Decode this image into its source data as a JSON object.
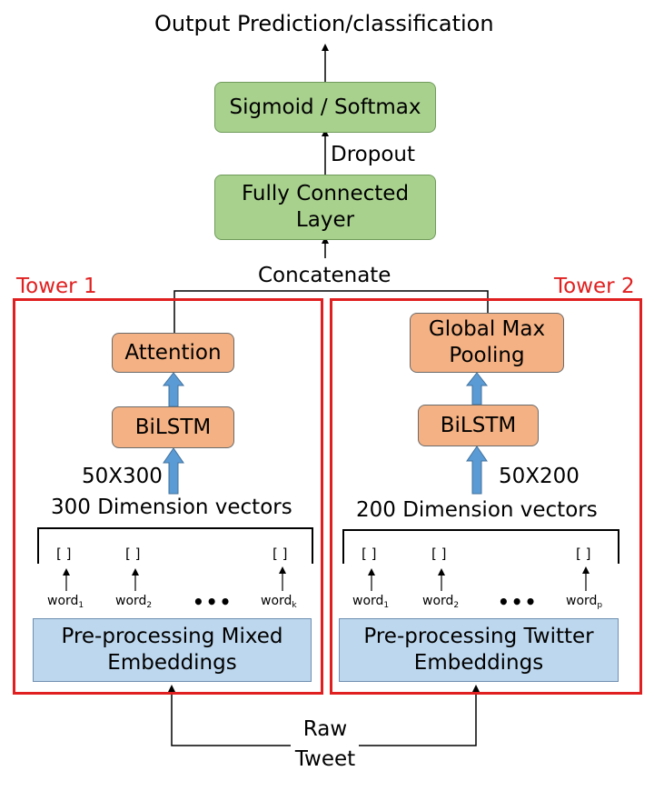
{
  "output_label": "Output Prediction/classification",
  "sigmoid_label": "Sigmoid / Softmax",
  "dropout_label": "Dropout",
  "fc_label": "Fully Connected Layer",
  "concatenate_label": "Concatenate",
  "raw_tweet_label": "Raw Tweet",
  "tower1": {
    "title": "Tower 1",
    "attention_label": "Attention",
    "bilstm_label": "BiLSTM",
    "dim_label": "50X300",
    "vectors_label": "300 Dimension vectors",
    "brackets": [
      "[ ]",
      "[ ]",
      "[ ]"
    ],
    "words": [
      {
        "text": "word",
        "sub": "1"
      },
      {
        "text": "word",
        "sub": "2"
      },
      {
        "text": "word",
        "sub": "k"
      }
    ],
    "ellipsis": "•••",
    "embedding_label": "Pre-processing Mixed Embeddings"
  },
  "tower2": {
    "title": "Tower 2",
    "pooling_label": "Global Max Pooling",
    "bilstm_label": "BiLSTM",
    "dim_label": "50X200",
    "vectors_label": "200 Dimension vectors",
    "brackets": [
      "[ ]",
      "[ ]",
      "[ ]"
    ],
    "words": [
      {
        "text": "word",
        "sub": "1"
      },
      {
        "text": "word",
        "sub": "2"
      },
      {
        "text": "word",
        "sub": "p"
      }
    ],
    "ellipsis": "•••",
    "embedding_label": "Pre-processing Twitter Embeddings"
  },
  "colors": {
    "green_box": "#a9d18e",
    "orange_box": "#f4b183",
    "blue_box": "#bdd7ee",
    "tower_border": "#e02020",
    "thick_arrow": "#5b9bd5"
  }
}
